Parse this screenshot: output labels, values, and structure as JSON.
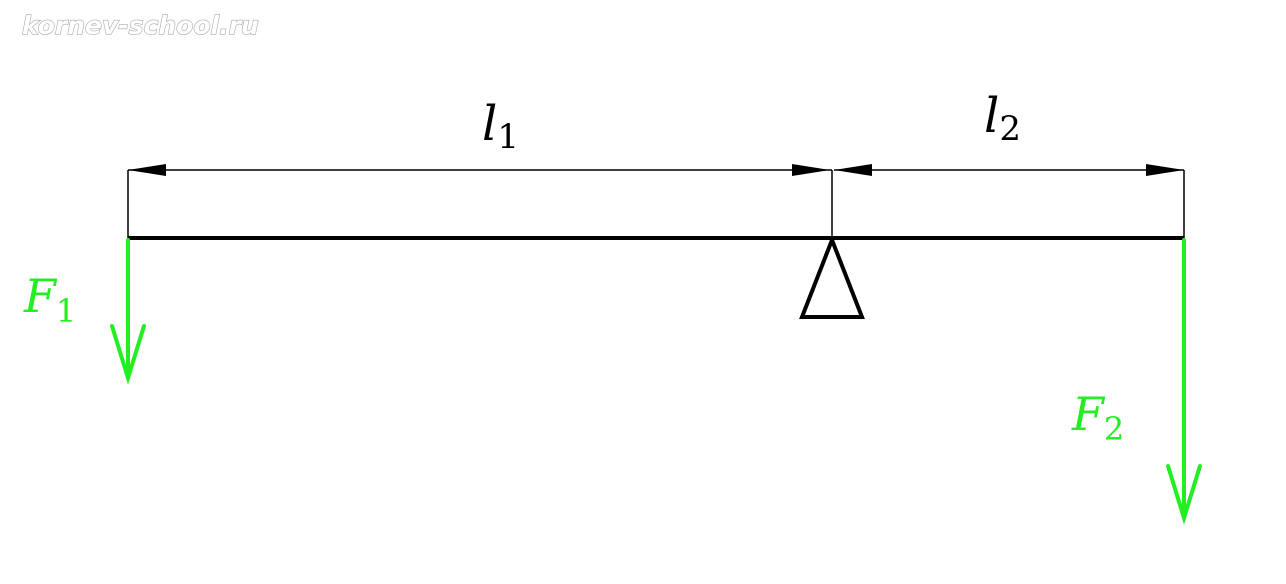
{
  "watermark": "kornev-school.ru",
  "labels": {
    "l1": {
      "symbol": "l",
      "subscript": "1"
    },
    "l2": {
      "symbol": "l",
      "subscript": "2"
    },
    "F1": {
      "symbol": "F",
      "subscript": "1"
    },
    "F2": {
      "symbol": "F",
      "subscript": "2"
    }
  },
  "colors": {
    "beam": "#000000",
    "dimension": "#000000",
    "force": "#22ee22"
  }
}
